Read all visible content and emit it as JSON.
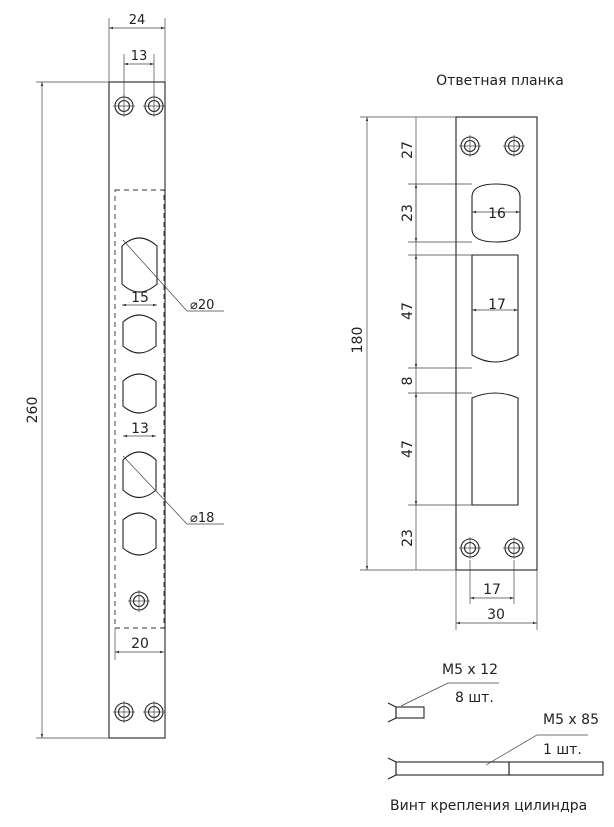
{
  "main_plate": {
    "width_dim": "24",
    "hole_spacing_dim": "13",
    "length_dim": "260",
    "slot_width_top": "15",
    "slot_diameter_top": "⌀20",
    "slot_width_lower": "13",
    "slot_diameter_lower": "⌀18",
    "inner_width_dim": "20"
  },
  "strike_plate": {
    "title": "Ответная планка",
    "length_dim": "180",
    "segments": [
      "27",
      "23",
      "47",
      "8",
      "47",
      "23"
    ],
    "slot_widths": [
      "16",
      "17"
    ],
    "hole_spacing_dim": "17",
    "width_dim": "30"
  },
  "screws": {
    "short": {
      "size": "M5 x 12",
      "qty": "8 шт."
    },
    "long": {
      "size": "M5 x 85",
      "qty": "1 шт."
    },
    "caption": "Винт крепления цилиндра"
  }
}
